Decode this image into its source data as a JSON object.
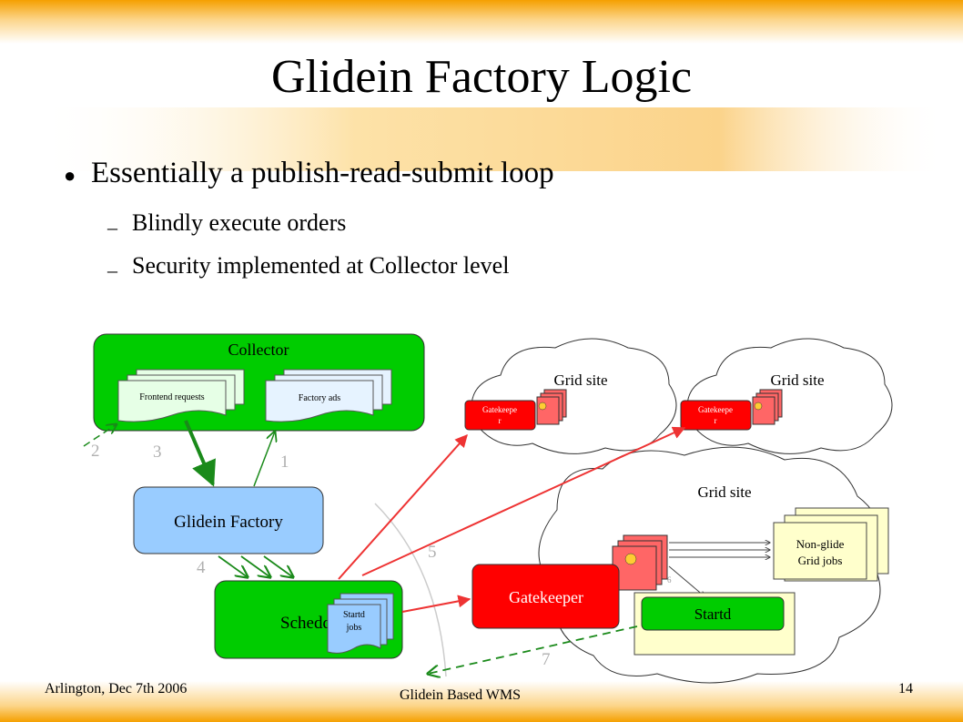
{
  "slide": {
    "title": "Glidein Factory Logic",
    "bullet": "Essentially a publish-read-submit loop",
    "sub_bullets": [
      "Blindly execute orders",
      "Security implemented at Collector level"
    ]
  },
  "diagram": {
    "collector_label": "Collector",
    "frontend_requests": "Frontend requests",
    "factory_ads": "Factory ads",
    "glidein_factory": "Glidein Factory",
    "schedd": "Schedd",
    "startd_jobs_line1": "Startd",
    "startd_jobs_line2": "jobs",
    "grid_site": "Grid site",
    "gatekeeper_small_line1": "Gatekeepe",
    "gatekeeper_small_line2": "r",
    "gatekeeper": "Gatekeeper",
    "startd": "Startd",
    "non_glide_line1": "Non-glide",
    "non_glide_line2": "Grid jobs",
    "step_labels": [
      "1",
      "2",
      "3",
      "4",
      "5",
      "6",
      "7"
    ]
  },
  "footer": {
    "left": "Arlington, Dec 7th 2006",
    "center": "Glidein Based WMS",
    "page": "14"
  },
  "colors": {
    "banner": "#f5a623",
    "green_box": "#00cc00",
    "blue_box": "#99ccff",
    "red_box": "#ff0000",
    "red_arrow": "#ee3333",
    "green_arrow": "#1a8a1a",
    "label_gray": "#b0b0b0"
  }
}
